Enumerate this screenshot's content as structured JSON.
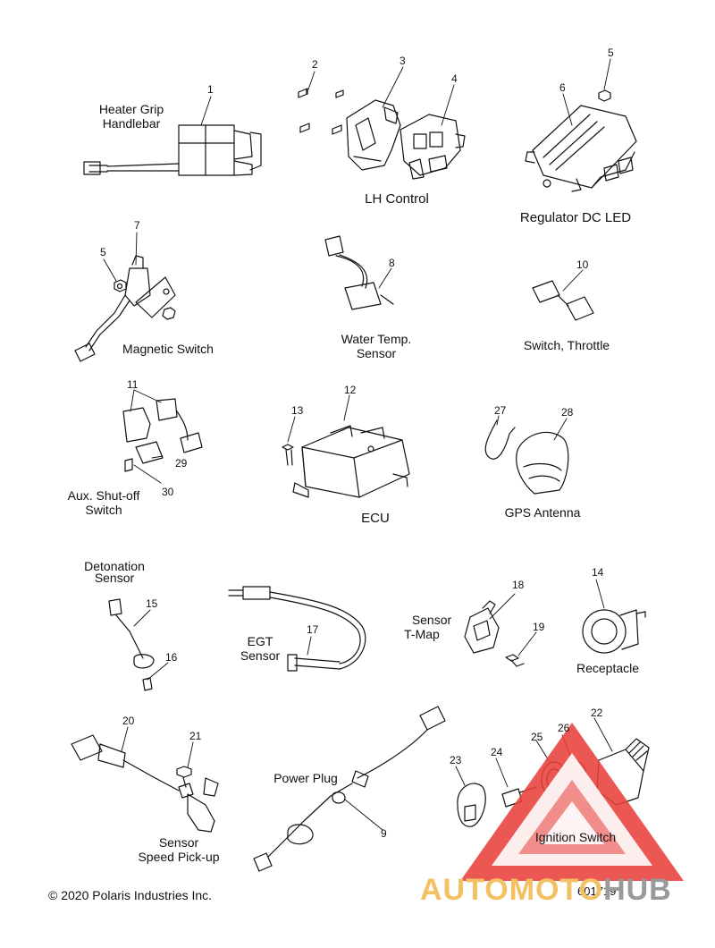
{
  "diagram": {
    "labels": {
      "heater_grip": [
        "Heater Grip",
        "Handlebar"
      ],
      "lh_control": "LH Control",
      "regulator": "Regulator DC LED",
      "magnetic_switch": "Magnetic Switch",
      "water_temp": [
        "Water Temp.",
        "Sensor"
      ],
      "switch_throttle": "Switch, Throttle",
      "aux_shutoff": [
        "Aux. Shut-off",
        "Switch"
      ],
      "ecu": "ECU",
      "gps_antenna": "GPS Antenna",
      "detonation": [
        "Detonation",
        "Sensor"
      ],
      "egt": [
        "EGT",
        "Sensor"
      ],
      "sensor_tmap": [
        "Sensor",
        "T-Map"
      ],
      "receptacle": "Receptacle",
      "power_plug": "Power Plug",
      "speed_pickup": [
        "Sensor",
        "Speed Pick-up"
      ],
      "ignition_switch": "Ignition Switch"
    },
    "callouts": {
      "c1": "1",
      "c2": "2",
      "c3": "3",
      "c4": "4",
      "c5a": "5",
      "c5b": "5",
      "c6": "6",
      "c7": "7",
      "c8": "8",
      "c9": "9",
      "c10": "10",
      "c11": "11",
      "c12": "12",
      "c13": "13",
      "c14": "14",
      "c15": "15",
      "c16": "16",
      "c17": "17",
      "c18": "18",
      "c19": "19",
      "c20": "20",
      "c21": "21",
      "c22": "22",
      "c23": "23",
      "c24": "24",
      "c25": "25",
      "c26": "26",
      "c27": "27",
      "c28": "28",
      "c29": "29",
      "c30": "30"
    },
    "copyright": "© 2020 Polaris Industries Inc.",
    "figure_number": "601719"
  },
  "watermark": {
    "text_part1": "AUTOMOTO",
    "text_part2": "HUB",
    "color_primary": "#e8403b",
    "color_secondary": "#f4c064",
    "color_gray": "#9a9a9a"
  }
}
